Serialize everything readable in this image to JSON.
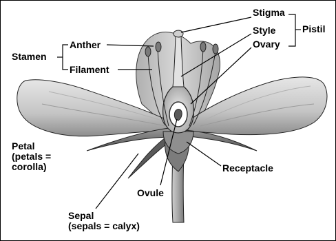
{
  "labels": {
    "stigma": "Stigma",
    "style": "Style",
    "ovary": "Ovary",
    "pistil": "Pistil",
    "anther": "Anther",
    "stamen": "Stamen",
    "filament": "Filament",
    "petal": [
      "Petal",
      "(petals =",
      "corolla)"
    ],
    "receptacle": "Receptacle",
    "ovule": "Ovule",
    "sepal": [
      "Sepal",
      "(sepals = calyx)"
    ]
  },
  "colors": {
    "ink": "#000000",
    "petal_light": "#d9d9d9",
    "petal_dark": "#8a8a8a",
    "sepal": "#6f6f6f",
    "background": "#ffffff"
  }
}
